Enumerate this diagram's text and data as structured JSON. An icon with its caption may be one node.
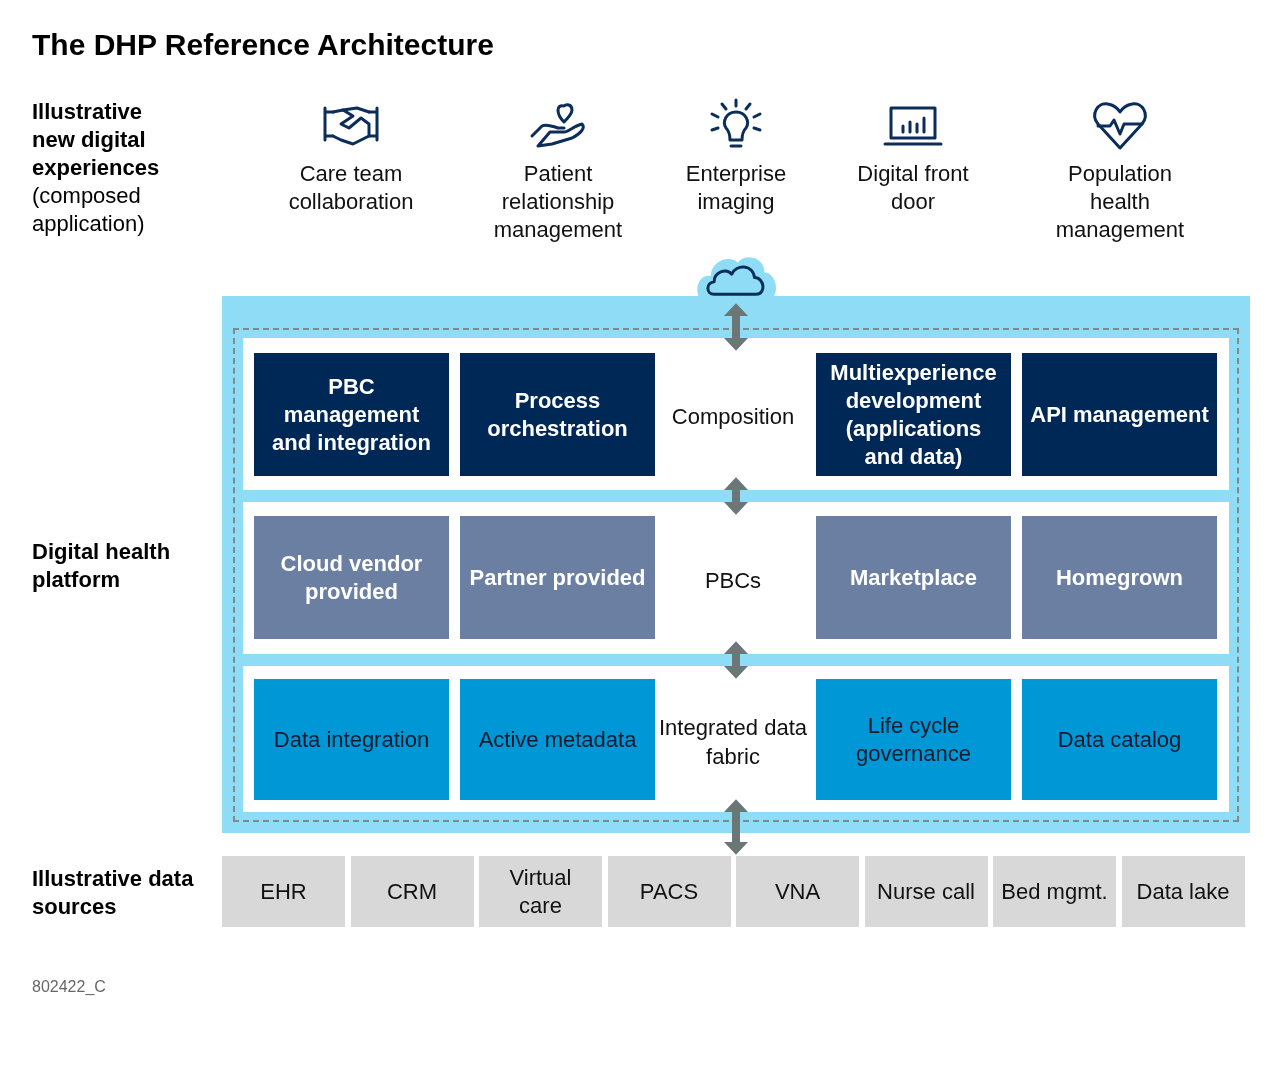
{
  "diagram": {
    "title": "The DHP Reference Architecture",
    "nodes": [
      {
        "text": [],
        "shape": "box"
      },
      {
        "text": [
          "Composition"
        ],
        "in": 0
      },
      {
        "text": [
          "PBC management and integration"
        ],
        "in": 1
      },
      {
        "text": [
          "Process orchestration"
        ],
        "in": 1
      },
      {
        "text": [
          "Multiexperience development (applications and data)"
        ],
        "in": 1
      },
      {
        "text": [
          "API management"
        ],
        "in": 1
      },
      {
        "text": [
          "PBCs"
        ],
        "in": 0
      },
      {
        "text": [
          "Cloud vendor provided"
        ],
        "in": 6
      },
      {
        "text": [
          "Partner provided"
        ],
        "in": 6
      },
      {
        "text": [
          "Marketplace"
        ],
        "in": 6
      },
      {
        "text": [
          "Homegrown"
        ],
        "in": 6
      },
      {
        "text": [
          "Integrated data fabric"
        ],
        "in": 0
      },
      {
        "text": [
          "Data integration"
        ],
        "in": 11
      },
      {
        "text": [
          "Active metadata"
        ],
        "in": 11
      },
      {
        "text": [
          "Life cycle governance"
        ],
        "in": 11
      },
      {
        "text": [
          "Data catalog"
        ],
        "in": 11
      },
      {
        "text": [],
        "shape": "cloud"
      },
      {
        "text": [
          "EHR"
        ]
      },
      {
        "text": [
          "CRM"
        ]
      },
      {
        "text": [
          "Virtual care"
        ]
      },
      {
        "text": [
          "PACS"
        ]
      },
      {
        "text": [
          "VNA"
        ]
      },
      {
        "text": [
          "Nurse call"
        ]
      },
      {
        "text": [
          "Bed mgmt."
        ]
      },
      {
        "text": [
          "Data lake"
        ]
      }
    ],
    "edges": [
      {
        "from": 16,
        "to": 1,
        "arrow": "both"
      },
      {
        "from": 1,
        "to": 6,
        "arrow": "both"
      },
      {
        "from": 6,
        "to": 11,
        "arrow": "both"
      },
      {
        "from": 11,
        "to": 20,
        "arrow": "both"
      }
    ],
    "labels": [
      "**Illustrative new digital experiences** (composed application)",
      "Care team collaboration",
      "Patient relationship management",
      "Enterprise imaging",
      "Digital front door",
      "Population health management",
      "Digital health platform",
      "Illustrative data sources",
      "802422_C"
    ]
  }
}
